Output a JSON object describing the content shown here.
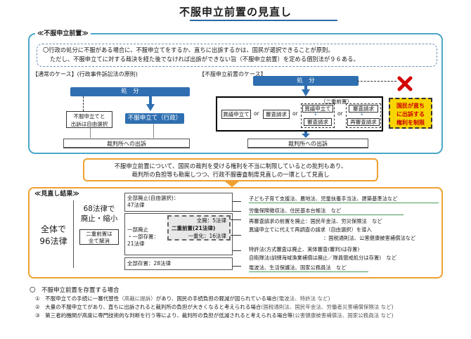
{
  "title": "不服申立前置の見直し",
  "section1": {
    "tag": "≪不服申立前置≫",
    "note_line1": "〇行政の処分に不服がある場合に、不服申立てをするか、直ちに出訴するかは、国民が選択できることが原則。",
    "note_line2": "ただし、不服申立てに対する裁決を経た後でなければ出訴ができない旨（不服申立前置）を定める個別法が９６ある。",
    "normal_case_title": "【通常のケース】(行政事件訴訟法の原則)",
    "prior_case_title": "【不服申立前置のケース】",
    "disposition": "処　分",
    "normal_choice_line1": "不服申立てと",
    "normal_choice_line2": "出訴は自由選択",
    "normal_appeal": "不服申立て（行政）",
    "court": "裁判所への出訴",
    "double_label": "（二重前置）",
    "opt1": "異議申立て",
    "opt2": "審査請求",
    "opt3_line1": "異議申立て",
    "opt3_line2": "↓",
    "opt3_line3": "審査請求",
    "opt4_line1": "審査請求",
    "opt4_line2": "↓",
    "opt4_line3": "再審査請求",
    "or": "or",
    "restrict_line1": "国民が直ち",
    "restrict_line2": "に出訴する",
    "restrict_line3": "権利を制限"
  },
  "middle": {
    "line1": "不服申立前置について、国民の裁判を受ける権利を不当に制限しているとの批判もあり、",
    "line2": "裁判所の負担等も勘案しつつ、行政不服審査制度見直しの一環として見直し"
  },
  "section2": {
    "tag": "≪見直し結果≫",
    "total_line1": "全体で",
    "total_line2": "96法律",
    "reduce_line1": "68法律で",
    "reduce_line2": "廃止・縮小",
    "double_line1": "二重前置は",
    "double_line2": "全て解消",
    "abolish_all_line1": "全部廃止(自由選択)：",
    "abolish_all_line2": "47法律",
    "partial_line1": "一部廃止",
    "partial_line2": "・一部存置：",
    "partial_line3": "21法律",
    "double_prior_line1": "全廃：5法律",
    "double_prior_line2": "二重前置(21法律)",
    "double_prior_line3": "一重化：16法律",
    "keep_all": "全部存置：28法律",
    "ex1": "子ども子育て支援法、農地法、児童扶養手当法、建築基準法など",
    "ex2": "労働保険徴収法、住民基本台帳法　など",
    "ex3": "再審査請求の前置を廃止：国民年金法、労災保険法　など",
    "ex4": "異議申立てに代えて再調査の請求（自由選択）を導入",
    "ex5": "：国税通則法、公害健康被害補償法など",
    "ex6": "特許法(方式審査は廃止、実体審査(審判)は存置)",
    "ex7": "自衛隊法(訓練海域漁業補償は廃止／隊員懲戒処分は存置)　など",
    "ex8": "電波法、生活保護法、国家公務員法　など"
  },
  "bottom": {
    "title": "〇　不服申立前置を存置する場合",
    "item1_main": "①　不服申立ての手続に一審代替性",
    "item1_dim": "（高裁に提訴）",
    "item1_rest": "があり、国民の手続負担の軽減が図られている場合",
    "item1_ex": "(電波法、特許法 など)",
    "item2_main": "②　大量の不服申立てがあり、直ちに出訴されると裁判所の負担が大きくなると考えられる場合",
    "item2_ex": "(国税通則法、国民年金法、労働者災害補償保険法 など)",
    "item3_main": "③　第三者的機関が高度に専門技術的な判断を行う等により、裁判所の負担が低減されると考えられる場合等",
    "item3_ex": "(公害健康被害補償法、国家公務員法 など)"
  },
  "colors": {
    "accent_blue": "#2f6fb1",
    "frame_teal": "#4aa7c9",
    "frame_orange": "#f0a030",
    "warning_yellow": "#f8d500",
    "cross_red": "#d40000"
  }
}
